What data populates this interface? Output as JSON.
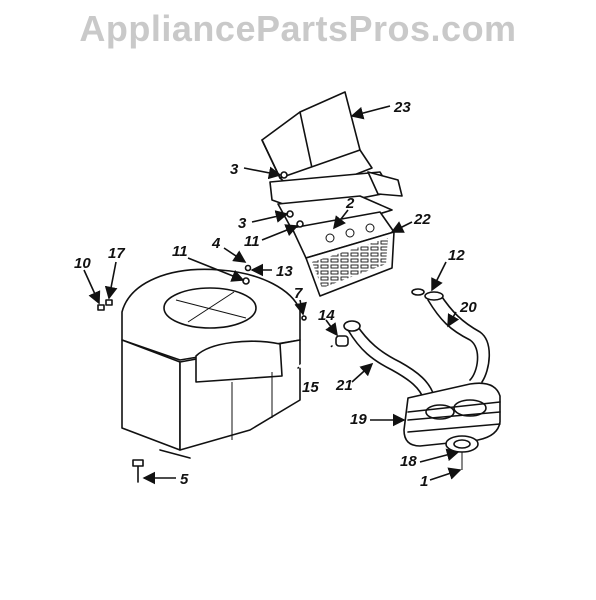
{
  "watermark": "AppliancePartsPros.com",
  "callouts": {
    "c1": "1",
    "c2": "2",
    "c3a": "3",
    "c3b": "3",
    "c4": "4",
    "c5": "5",
    "c7": "7",
    "c10": "10",
    "c11a": "11",
    "c11b": "11",
    "c12": "12",
    "c13": "13",
    "c14": "14",
    "c15": "15",
    "c17": "17",
    "c18": "18",
    "c19": "19",
    "c20": "20",
    "c21": "21",
    "c22": "22",
    "c23": "23"
  }
}
